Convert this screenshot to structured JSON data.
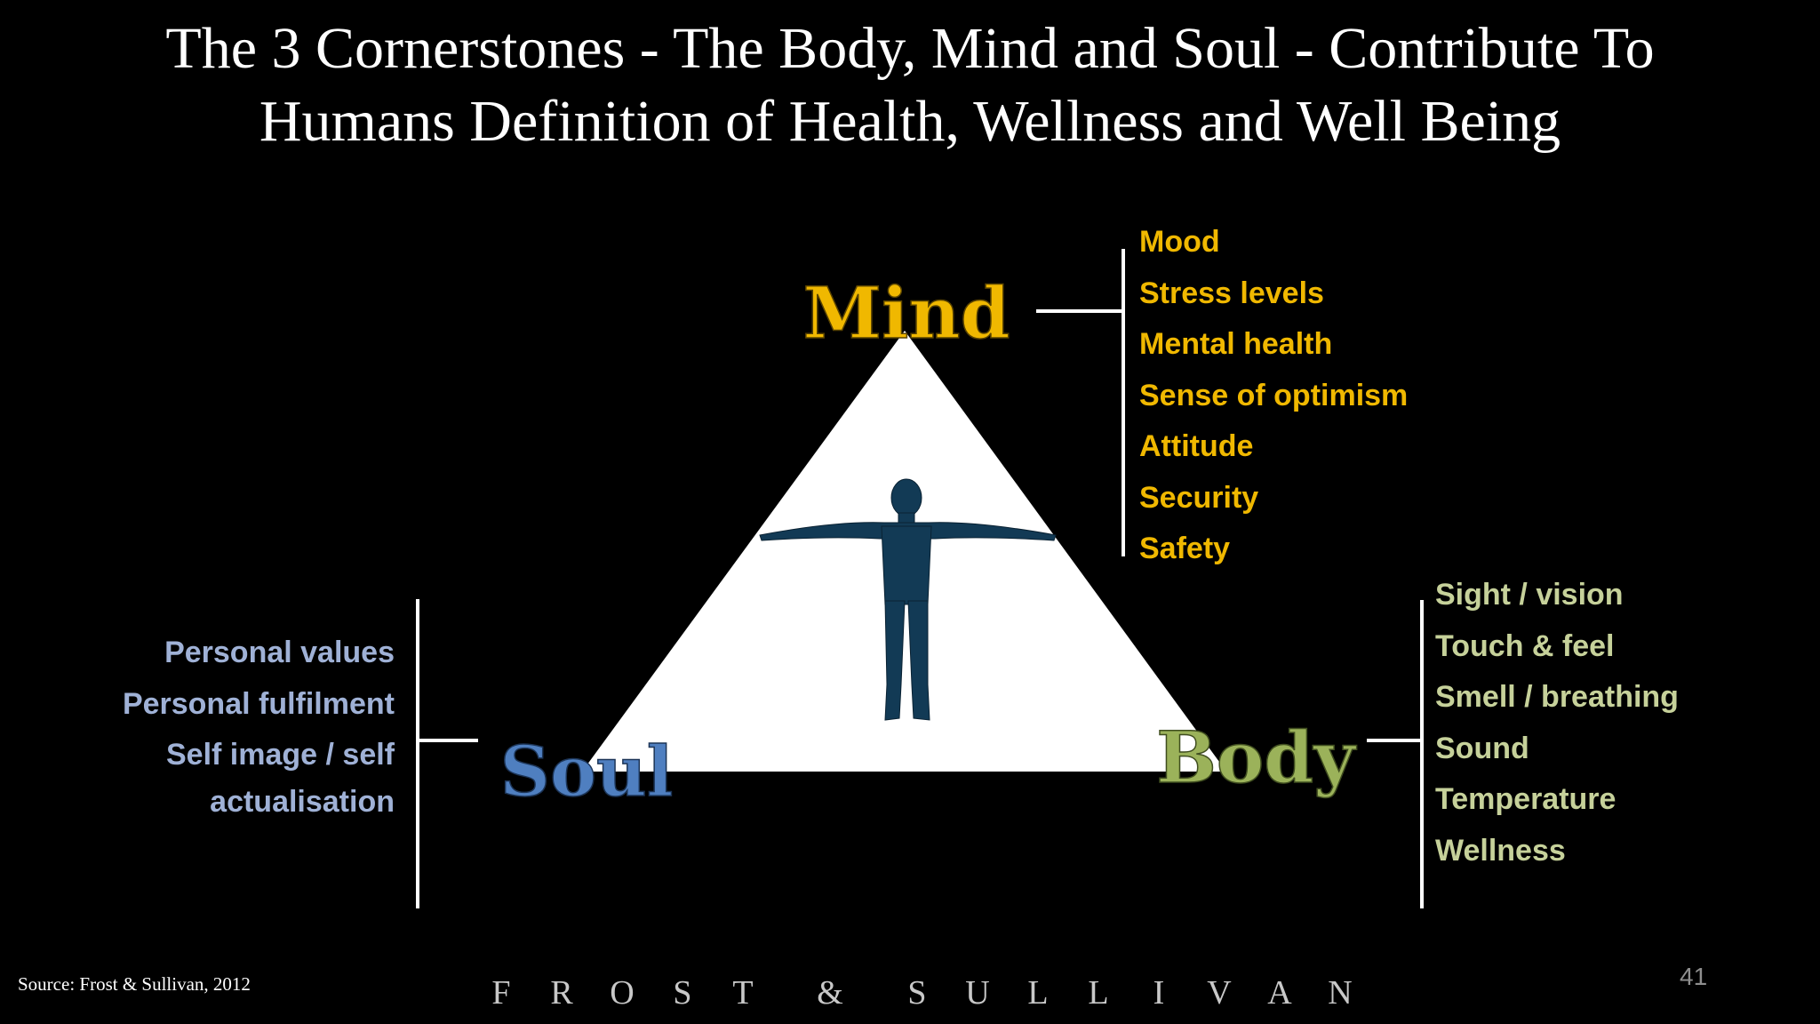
{
  "title": {
    "line1": "The 3 Cornerstones - The Body, Mind and Soul - Contribute To",
    "line2": "Humans Definition of Health, Wellness and Well Being"
  },
  "diagram": {
    "mind_label": "Mind",
    "soul_label": "Soul",
    "body_label": "Body",
    "mind_items": [
      "Mood",
      "Stress levels",
      "Mental health",
      "Sense of optimism",
      "Attitude",
      "Security",
      "Safety"
    ],
    "body_items": [
      "Sight / vision",
      "Touch & feel",
      "Smell / breathing",
      "Sound",
      "Temperature",
      "Wellness"
    ],
    "soul_items": [
      "Personal values",
      "Personal fulfilment",
      "Self image / self",
      "actualisation"
    ]
  },
  "colors": {
    "background": "#000000",
    "mind": "#f0b800",
    "body": "#9bb25a",
    "body_items": "#c6d19a",
    "soul": "#4f7fc0",
    "soul_items": "#9fb1d6",
    "figure": "#123a55"
  },
  "footer": {
    "source": "Source: Frost & Sullivan, 2012",
    "logo": "FROST & SULLIVAN",
    "page_number": "41"
  }
}
